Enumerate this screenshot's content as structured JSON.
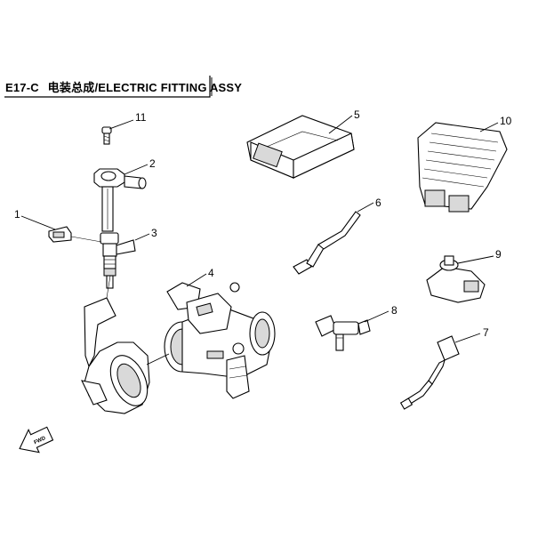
{
  "header": {
    "code": "E17-C",
    "title": "电装总成/ELECTRIC FITTING ASSY"
  },
  "callouts": [
    "1",
    "2",
    "3",
    "4",
    "5",
    "6",
    "7",
    "8",
    "9",
    "10",
    "11"
  ],
  "fwd_marker": "FWD"
}
